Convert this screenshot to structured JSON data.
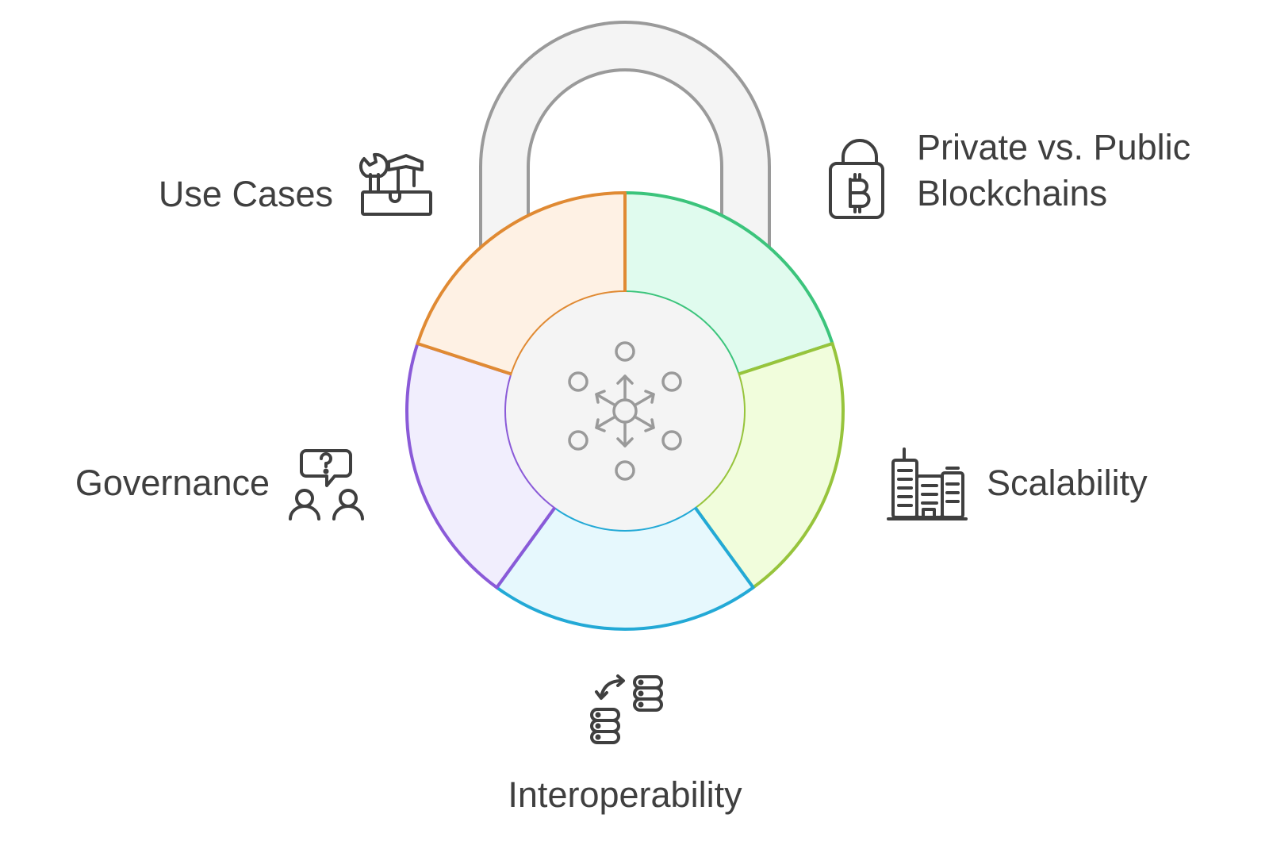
{
  "diagram": {
    "center_icon": "network-hub-icon",
    "segments": [
      {
        "id": "private-public",
        "label_lines": [
          "Private vs. Public",
          "Blockchains"
        ],
        "icon": "bitcoin-padlock-icon",
        "stroke": "#3cc47c",
        "fill": "#e0fbee"
      },
      {
        "id": "scalability",
        "label_lines": [
          "Scalability"
        ],
        "icon": "buildings-icon",
        "stroke": "#97c43c",
        "fill": "#f1fddc"
      },
      {
        "id": "interoperability",
        "label_lines": [
          "Interoperability"
        ],
        "icon": "database-exchange-icon",
        "stroke": "#23a9d6",
        "fill": "#e6f8fd"
      },
      {
        "id": "governance",
        "label_lines": [
          "Governance"
        ],
        "icon": "discussion-people-icon",
        "stroke": "#8a5ad8",
        "fill": "#f1eefd"
      },
      {
        "id": "use-cases",
        "label_lines": [
          "Use Cases"
        ],
        "icon": "toolbox-icon",
        "stroke": "#e08a33",
        "fill": "#fef1e4"
      }
    ],
    "colors": {
      "shackle_fill": "#f4f4f4",
      "shackle_stroke": "#9a9a9a",
      "core_fill": "#f4f4f4",
      "icon_dark": "#3f3f3f",
      "icon_gray": "#9a9a9a",
      "text": "#3f3f3f"
    }
  }
}
